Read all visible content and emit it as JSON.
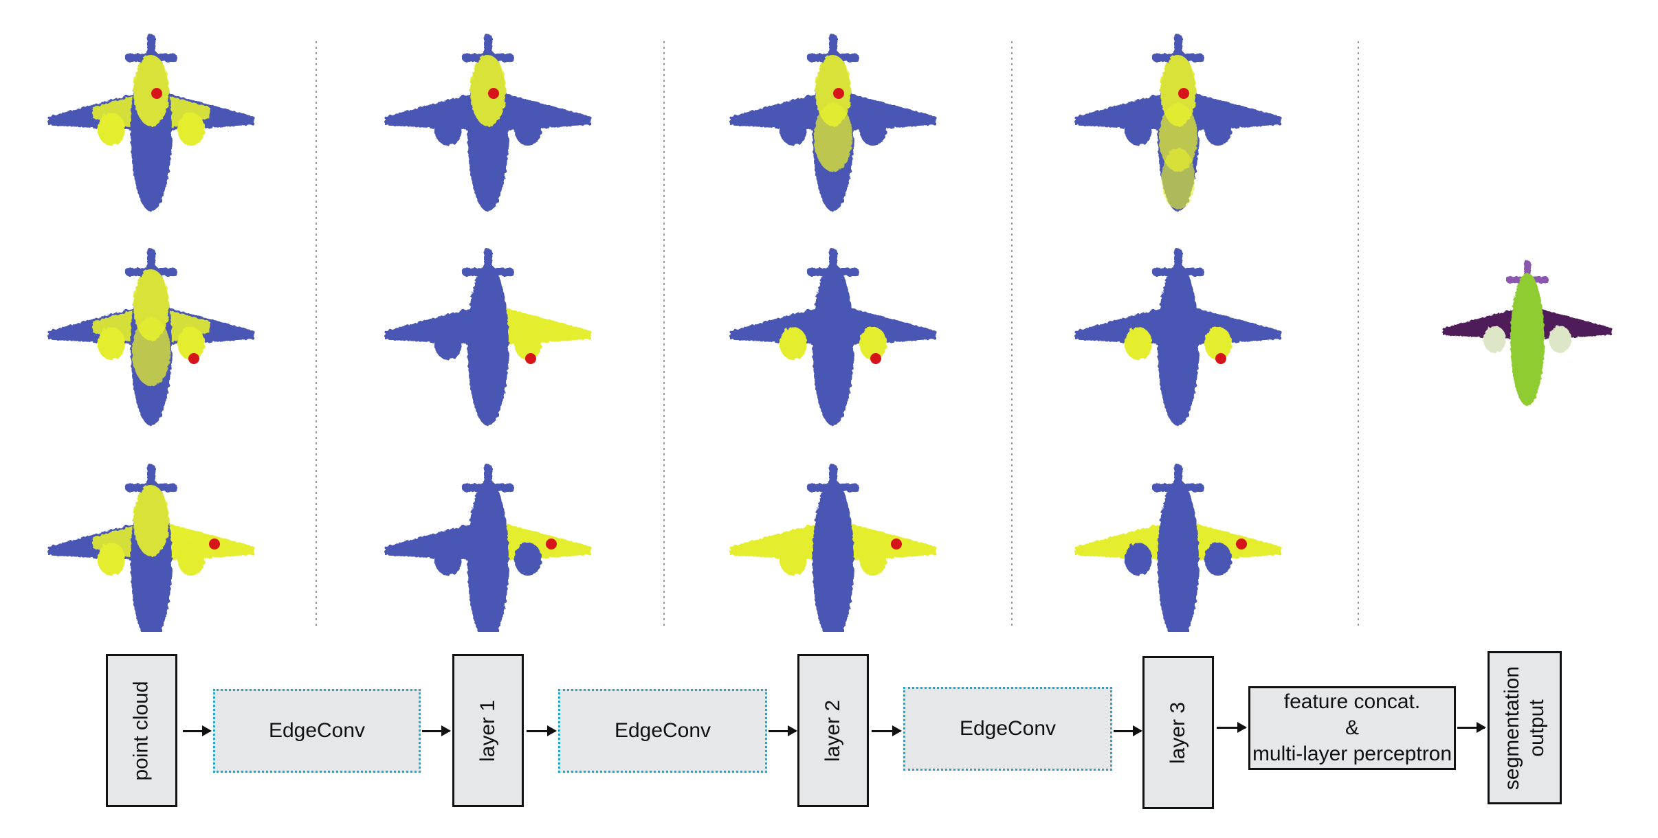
{
  "colors": {
    "low": "#4a56b3",
    "high": "#e4ee2e",
    "query_point": "#d6151b",
    "seg_body": "#8fcc33",
    "seg_wing": "#4f1a5a",
    "seg_tail": "#8a56b0",
    "seg_engine": "#dde6c6",
    "conv_border": "#29a3c7",
    "box_fill": "#e6e7e8"
  },
  "planes": {
    "rows": [
      {
        "query": "fuselage-top",
        "columns": [
          {
            "highlight": [
              "fuselage-top",
              "wings-inner",
              "engines"
            ]
          },
          {
            "highlight": [
              "fuselage-top"
            ]
          },
          {
            "highlight": [
              "fuselage-top",
              "fuselage-mid"
            ]
          },
          {
            "highlight": [
              "fuselage-top",
              "fuselage-mid",
              "fuselage-bottom"
            ]
          }
        ]
      },
      {
        "query": "right-engine",
        "columns": [
          {
            "highlight": [
              "fuselage-top",
              "fuselage-mid",
              "wings-inner",
              "engines"
            ]
          },
          {
            "highlight": [
              "right-wing",
              "right-engine"
            ]
          },
          {
            "highlight": [
              "right-engine",
              "left-engine"
            ]
          },
          {
            "highlight": [
              "right-engine",
              "left-engine"
            ]
          }
        ]
      },
      {
        "query": "right-wing",
        "columns": [
          {
            "highlight": [
              "fuselage-top",
              "wings-inner",
              "engines",
              "right-wing"
            ]
          },
          {
            "highlight": [
              "right-wing"
            ]
          },
          {
            "highlight": [
              "left-wing",
              "right-wing",
              "engines"
            ]
          },
          {
            "highlight": [
              "left-wing",
              "right-wing"
            ]
          }
        ]
      }
    ],
    "segmentation_parts": [
      "body",
      "wings",
      "tail",
      "engines"
    ]
  },
  "pipeline": {
    "input": "point cloud",
    "conv1": "EdgeConv",
    "layer1": "layer 1",
    "conv2": "EdgeConv",
    "layer2": "layer 2",
    "conv3": "EdgeConv",
    "layer3": "layer 3",
    "mlp_line1": "feature concat.",
    "mlp_line2": "&",
    "mlp_line3": "multi-layer perceptron",
    "output_line1": "segmentation",
    "output_line2": "output"
  }
}
